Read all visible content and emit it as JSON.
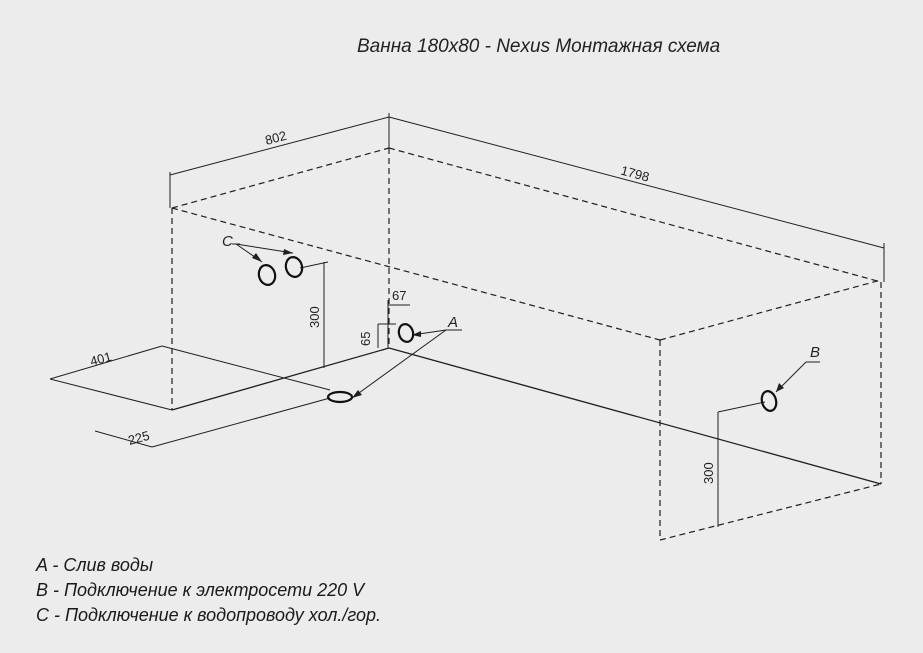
{
  "title": "Ванна 180x80 - Nexus Монтажная схема",
  "dimensions": {
    "width": "802",
    "length": "1798",
    "drain_height": "65",
    "drain_offset": "67",
    "inlet_height": "300",
    "socket_height": "300",
    "floor_offset": "401",
    "drain_floor_offset": "225"
  },
  "markers": {
    "a": "A",
    "b": "B",
    "c": "C"
  },
  "legend": [
    "A - Слив воды",
    "B - Подключение к электросети 220 V",
    "C - Подключение к водопроводу хол./гор."
  ],
  "colors": {
    "background": "#ececec",
    "line": "#1f1f1f"
  }
}
